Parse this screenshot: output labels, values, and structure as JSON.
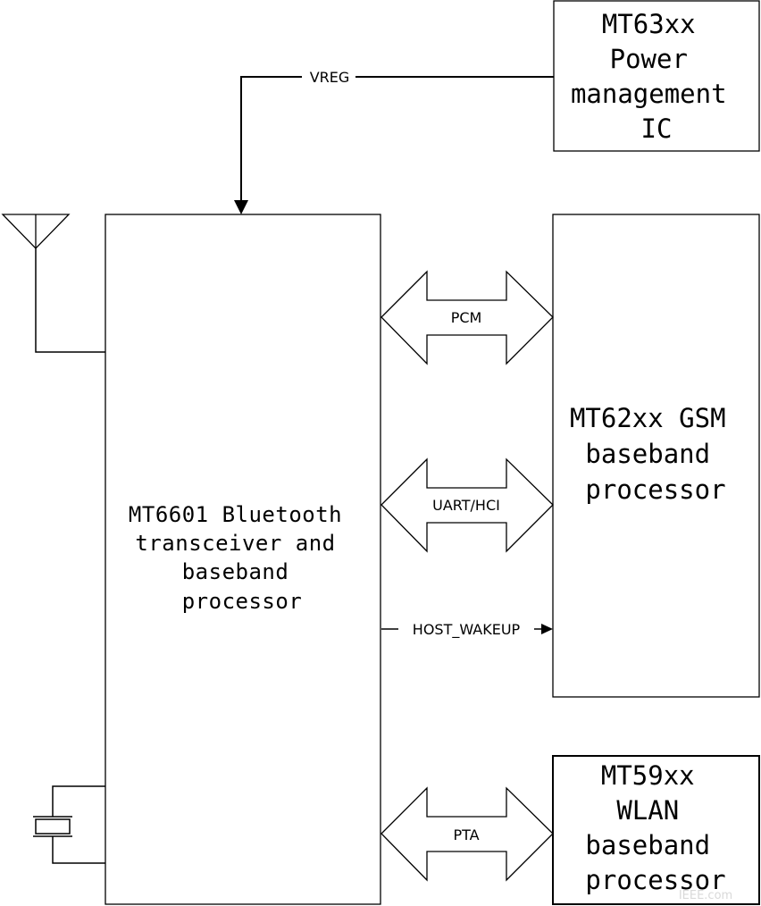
{
  "blocks": {
    "pmic": {
      "lines": [
        "MT63xx",
        "Power",
        "management",
        "IC"
      ]
    },
    "bt": {
      "lines": [
        "MT6601 Bluetooth",
        "transceiver and",
        "baseband",
        "processor"
      ]
    },
    "gsm": {
      "lines": [
        "MT62xx GSM",
        "baseband",
        "processor"
      ]
    },
    "wlan": {
      "lines": [
        "MT59xx",
        "WLAN",
        "baseband",
        "processor"
      ]
    }
  },
  "signals": {
    "vreg": "VREG",
    "pcm": "PCM",
    "uart": "UART/HCI",
    "host_wakeup": "HOST_WAKEUP",
    "pta": "PTA"
  },
  "watermark": "IEEE.com"
}
